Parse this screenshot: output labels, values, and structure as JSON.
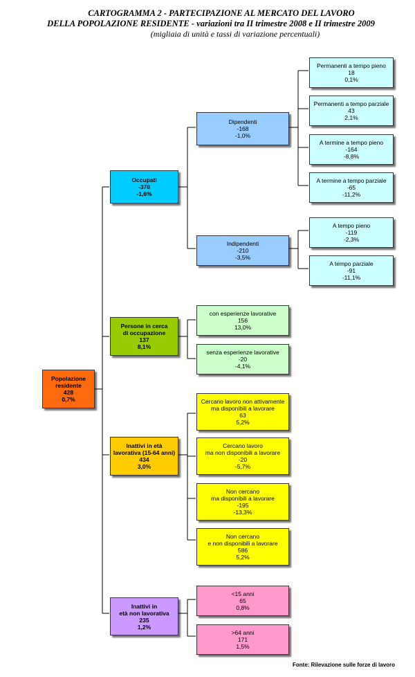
{
  "title": {
    "line1": "CARTOGRAMMA 2 - PARTECIPAZIONE AL MERCATO DEL LAVORO",
    "line2": "DELLA POPOLAZIONE RESIDENTE - variazioni tra II trimestre 2008 e II trimestre 2009",
    "line3": "(migliaia di unità e tassi di variazione percentuali)"
  },
  "nodes": {
    "popolazione": {
      "label": "Popolazione\nresidente",
      "value": "428",
      "rate": "0,7%",
      "color": "#ff6a0e"
    },
    "occupati": {
      "label": "Occupati",
      "value": "-378",
      "rate": "-1,6%",
      "color": "#00ccff"
    },
    "cerca": {
      "label": "Persone in cerca\ndi occupazione",
      "value": "137",
      "rate": "8,1%",
      "color": "#99cc00"
    },
    "inattivi_lav": {
      "label": "Inattivi  in età\nlavorativa (15-64 anni)",
      "value": "434",
      "rate": "3,0%",
      "color": "#ffcc00"
    },
    "inattivi_non": {
      "label": "Inattivi  in\netà non lavorativa",
      "value": "235",
      "rate": "1,2%",
      "color": "#cc99ff"
    },
    "dipendenti": {
      "label": "Dipendenti",
      "value": "-168",
      "rate": "-1,0%",
      "color": "#99ccff"
    },
    "indipendenti": {
      "label": "Indipendenti",
      "value": "-210",
      "rate": "-3,5%",
      "color": "#99ccff"
    },
    "perm_pieno": {
      "label": "Permanenti a tempo pieno",
      "value": "18",
      "rate": "0,1%",
      "color": "#ccffff"
    },
    "perm_parz": {
      "label": "Permanenti a tempo parziale",
      "value": "43",
      "rate": "2,1%",
      "color": "#ccffff"
    },
    "term_pieno": {
      "label": "A termine a tempo pieno",
      "value": "-164",
      "rate": "-8,8%",
      "color": "#ccffff"
    },
    "term_parz": {
      "label": "A termine a tempo parziale",
      "value": "-65",
      "rate": "-11,2%",
      "color": "#ccffff"
    },
    "ind_pieno": {
      "label": "A tempo pieno",
      "value": "-119",
      "rate": "-2,3%",
      "color": "#ccffff"
    },
    "ind_parz": {
      "label": "A tempo parziale",
      "value": "-91",
      "rate": "-11,1%",
      "color": "#ccffff"
    },
    "con_esp": {
      "label": "con esperienze lavorative",
      "value": "156",
      "rate": "13,0%",
      "color": "#ccffcc"
    },
    "senza_esp": {
      "label": "senza esperienze lavorative",
      "value": "-20",
      "rate": "-4,1%",
      "color": "#ccffcc"
    },
    "cerc_non_att": {
      "label": "Cercano lavoro non attivamente\nma disponibili a lavorare",
      "value": "63",
      "rate": "5,2%",
      "color": "#ffff00"
    },
    "cerc_non_disp": {
      "label": "Cercano lavoro\nma non disponibili a lavorare",
      "value": "-20",
      "rate": "-5,7%",
      "color": "#ffff00"
    },
    "non_cerc_disp": {
      "label": "Non cercano\nma disponibili a lavorare",
      "value": "-195",
      "rate": "-13,3%",
      "color": "#ffff00"
    },
    "non_cerc_non": {
      "label": "Non cercano\ne non disponibili a lavorare",
      "value": "586",
      "rate": "5,2%",
      "color": "#ffff00"
    },
    "lt15": {
      "label": "<15 anni",
      "value": "65",
      "rate": "0,8%",
      "color": "#ff99cc"
    },
    "gt64": {
      "label": ">64 anni",
      "value": "171",
      "rate": "1,5%",
      "color": "#ff99cc"
    }
  },
  "source": "Fonte: Rilevazione sulle forze di lavoro"
}
